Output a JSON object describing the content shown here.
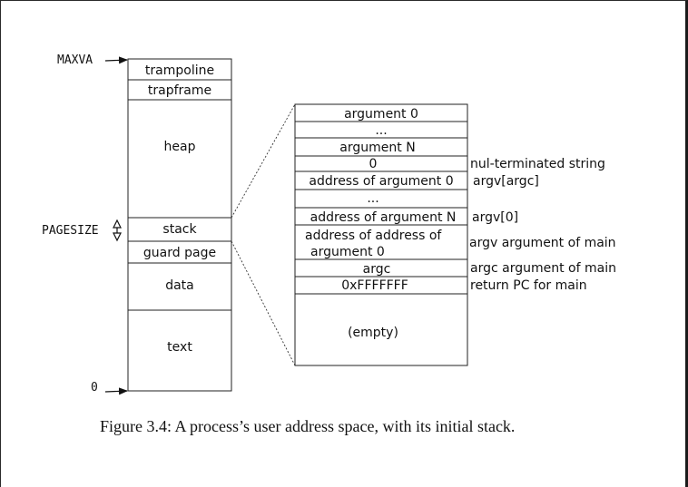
{
  "diagram": {
    "left_labels": {
      "maxva": "MAXVA",
      "pagesize": "PAGESIZE",
      "zero": "0"
    },
    "address_space": [
      "trampoline",
      "trapframe",
      "heap",
      "stack",
      "guard page",
      "data",
      "text"
    ],
    "stack_cells": [
      "argument 0",
      "...",
      "argument N",
      "0",
      "address of argument 0",
      "...",
      "address of argument N",
      "address of address of",
      "argument 0",
      "argc",
      "0xFFFFFFF",
      "(empty)"
    ],
    "annotations": {
      "nul": "nul-terminated string",
      "argv_argc": "argv[argc]",
      "argv0": "argv[0]",
      "argv_arg": "argv argument of main",
      "argc_arg": "argc argument of main",
      "return_pc": "return PC for main"
    },
    "caption": "Figure 3.4: A process’s user address space, with its initial stack."
  }
}
